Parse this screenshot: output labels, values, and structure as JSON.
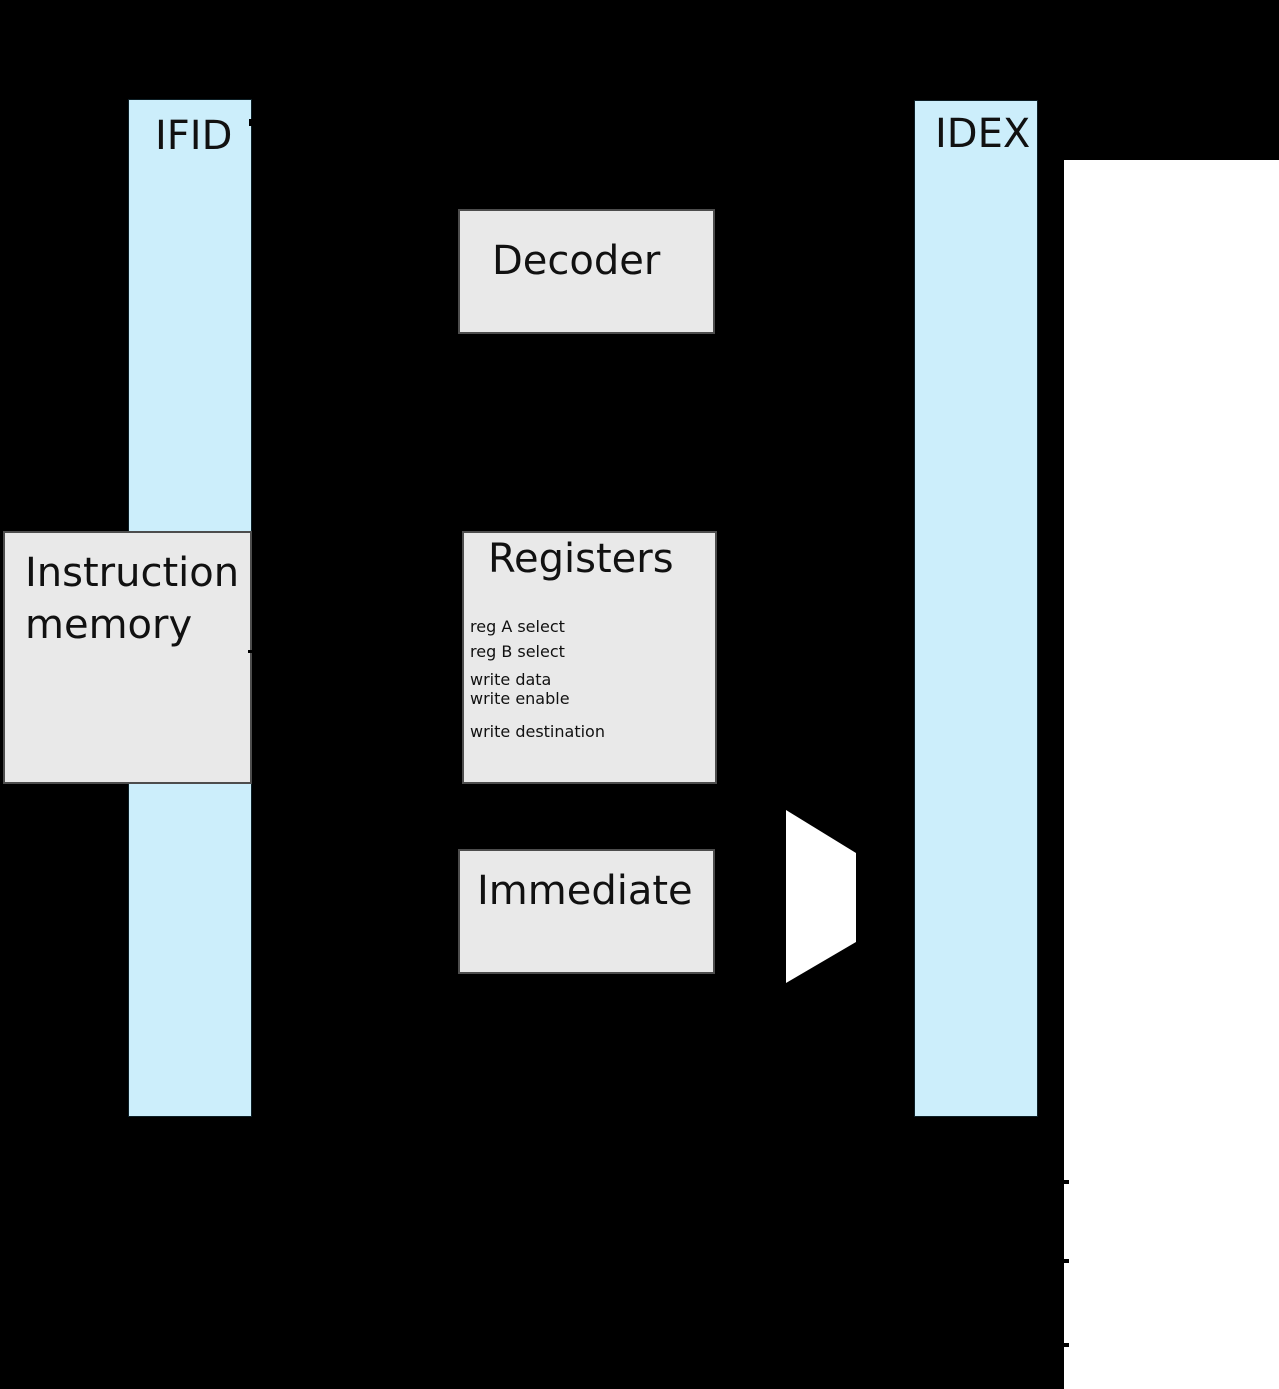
{
  "diagram": {
    "colors": {
      "background": "#000000",
      "pipeline_register_fill": "#cceefb",
      "block_fill": "#e9e9e9",
      "block_border": "#4d4d4d",
      "canvas_region": "#ffffff",
      "text": "#111111"
    },
    "pipeline_registers": {
      "ifid": {
        "label": "IFID"
      },
      "idex": {
        "label": "IDEX"
      }
    },
    "blocks": {
      "decoder": {
        "label": "Decoder"
      },
      "registers": {
        "label": "Registers",
        "ports": [
          "reg A select",
          "reg B select",
          "write data",
          "write enable",
          "write destination"
        ]
      },
      "immediate": {
        "label": "Immediate"
      },
      "instruction_memory": {
        "label": "Instruction memory"
      }
    }
  }
}
